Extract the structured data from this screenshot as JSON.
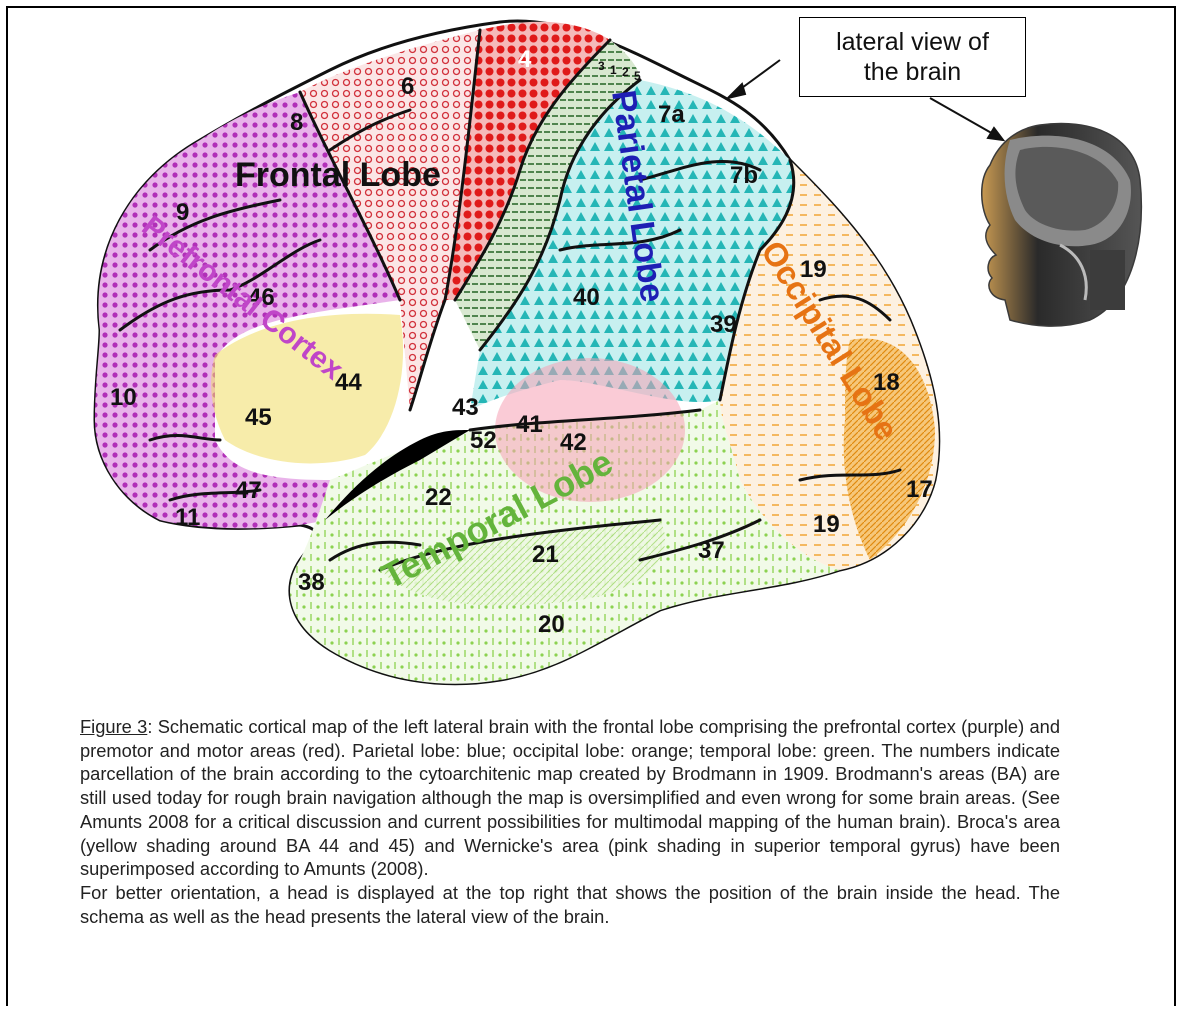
{
  "callout": {
    "line1": "lateral view of",
    "line2": "the brain"
  },
  "lobes": {
    "frontal": "Frontal Lobe",
    "prefrontal": "Prefrontal Cortex",
    "parietal": "Parietal Lobe",
    "occipital": "Occipital Lobe",
    "temporal": "Temporal Lobe"
  },
  "areas": [
    "4",
    "6",
    "8",
    "9",
    "10",
    "11",
    "46",
    "44",
    "45",
    "47",
    "43",
    "52",
    "41",
    "42",
    "22",
    "21",
    "20",
    "38",
    "37",
    "40",
    "39",
    "7a",
    "7b",
    "19",
    "18",
    "17",
    "19",
    "1",
    "2",
    "3",
    "5"
  ],
  "colors": {
    "prefrontal": "#c046c8",
    "premotor": "#d2323c",
    "motor": "#e01a1a",
    "parietal": "#3cc8c8",
    "parietal_label": "#1e1eb4",
    "occipital": "#f0a028",
    "occipital_label": "#e67314",
    "temporal": "#8cd250",
    "temporal_label": "#64b43c",
    "broca": "#f0dc64",
    "wernicke": "#f5a0b4"
  },
  "caption": {
    "figure_label": "Figure 3",
    "text1": ": Schematic cortical map of the left lateral brain with the frontal lobe comprising the prefrontal cortex (purple) and premotor and motor areas (red). Parietal lobe: blue; occipital lobe: orange; temporal lobe: green. The numbers indicate parcellation of the brain according to the cytoarchitenic map created by Brodmann in 1909. Brodmann's areas (BA) are still used today for rough brain navigation although the map is oversimplified and even wrong for some brain areas. (See Amunts 2008 for a critical discussion and current possibilities for multimodal mapping of the human brain). Broca's area (yellow shading around BA 44 and 45) and Wernicke's area (pink shading in superior temporal gyrus) have been superimposed according to Amunts (2008).",
    "text2": "For better orientation, a head is displayed at the top right that shows the position of the brain inside the head. The schema as well as the head presents the lateral view of the brain."
  }
}
